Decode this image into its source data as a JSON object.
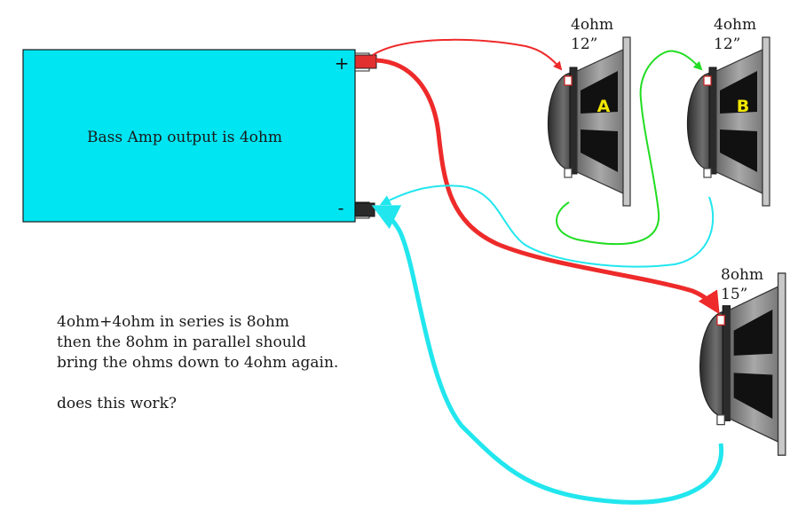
{
  "amp": {
    "label": "Bass Amp output is 4ohm",
    "plus": "+",
    "minus": "-",
    "color": "#00e5f2"
  },
  "speakers": [
    {
      "id": "A",
      "letter": "A",
      "ohm": "4ohm",
      "size": "12”"
    },
    {
      "id": "B",
      "letter": "B",
      "ohm": "4ohm",
      "size": "12”"
    },
    {
      "id": "C",
      "letter": "",
      "ohm": "8ohm",
      "size": "15”"
    }
  ],
  "wires": {
    "positive_color": "#ee2a2a",
    "negative_color": "#22e6ee",
    "series_link_color": "#22dd22"
  },
  "note": {
    "line1": "4ohm+4ohm in series is 8ohm",
    "line2": "then the 8ohm in parallel should",
    "line3": "bring the ohms down to 4ohm again.",
    "line4": "does this work?"
  }
}
